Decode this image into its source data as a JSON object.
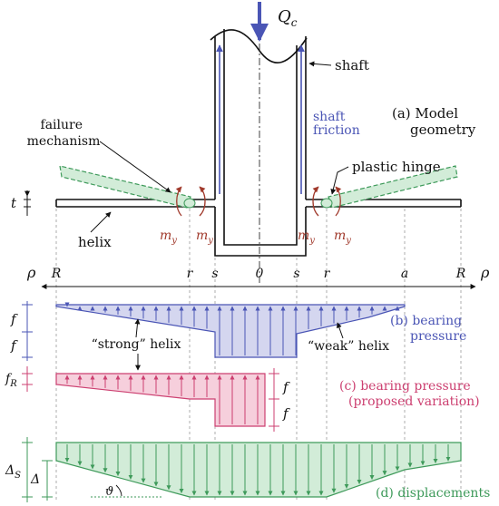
{
  "colors": {
    "ink": "#111111",
    "blue": "#4a55b5",
    "blue_fill": "#d4d6ef",
    "red": "#a0392b",
    "pink": "#cc3f70",
    "pink_fill": "#f6cfdc",
    "green": "#3e9a5a",
    "green_fill": "#d2ecd8",
    "grey": "#888888"
  },
  "labels": {
    "load": "Q",
    "load_sub": "c",
    "shaft": "shaft",
    "shaft_friction_1": "shaft",
    "shaft_friction_2": "friction",
    "model_geometry_1": "(a) Model",
    "model_geometry_2": "geometry",
    "failure_mechanism_1": "failure",
    "failure_mechanism_2": "mechanism",
    "plastic_hinge": "plastic hinge",
    "thickness": "t",
    "helix": "helix",
    "moment_1": "m",
    "moment_sub": "y",
    "rho": "ρ",
    "bearing_pressure_1": "(b) bearing",
    "bearing_pressure_2": "pressure",
    "strong_helix": "“strong” helix",
    "weak_helix": "“weak” helix",
    "proposed_1": "(c) bearing pressure",
    "proposed_2": "(proposed variation)",
    "displacements": "(d) displacements",
    "f": "f",
    "f_r": "f",
    "f_r_sub": "R",
    "delta_s": "Δ",
    "delta_s_sub": "S",
    "delta": "Δ",
    "theta": "ϑ"
  },
  "axis_ticks": [
    {
      "id": "R-left",
      "text": "R"
    },
    {
      "id": "r-left",
      "text": "r"
    },
    {
      "id": "s-left",
      "text": "s"
    },
    {
      "id": "zero",
      "text": "0"
    },
    {
      "id": "s-right",
      "text": "s"
    },
    {
      "id": "r-right",
      "text": "r"
    },
    {
      "id": "a-right",
      "text": "a"
    },
    {
      "id": "R-right",
      "text": "R"
    }
  ]
}
